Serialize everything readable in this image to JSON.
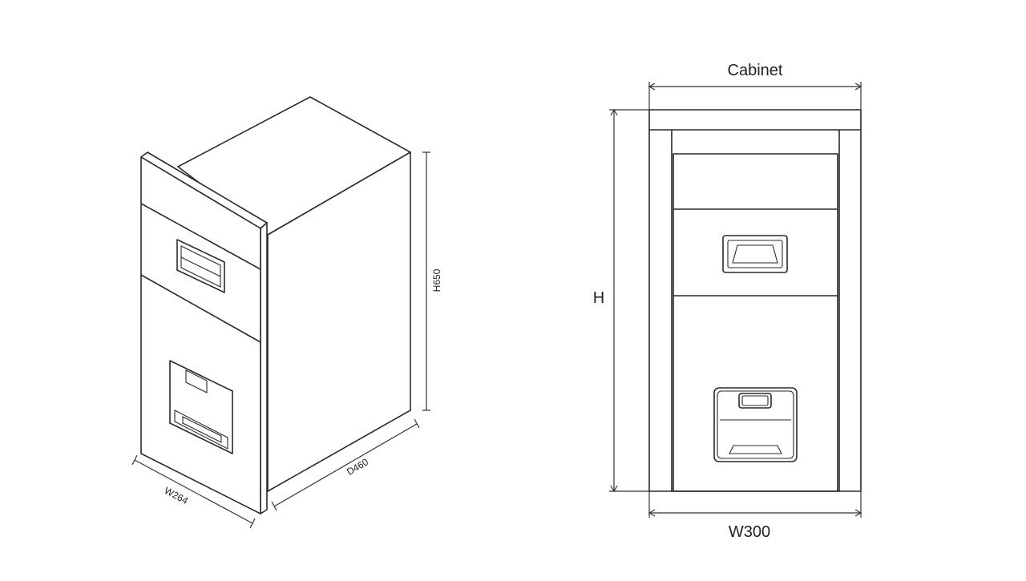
{
  "isometric_view": {
    "width_label": "W264",
    "depth_label": "D460",
    "height_label": "H650"
  },
  "front_view": {
    "cabinet_label": "Cabinet",
    "height_label": "H",
    "width_label": "W300"
  }
}
